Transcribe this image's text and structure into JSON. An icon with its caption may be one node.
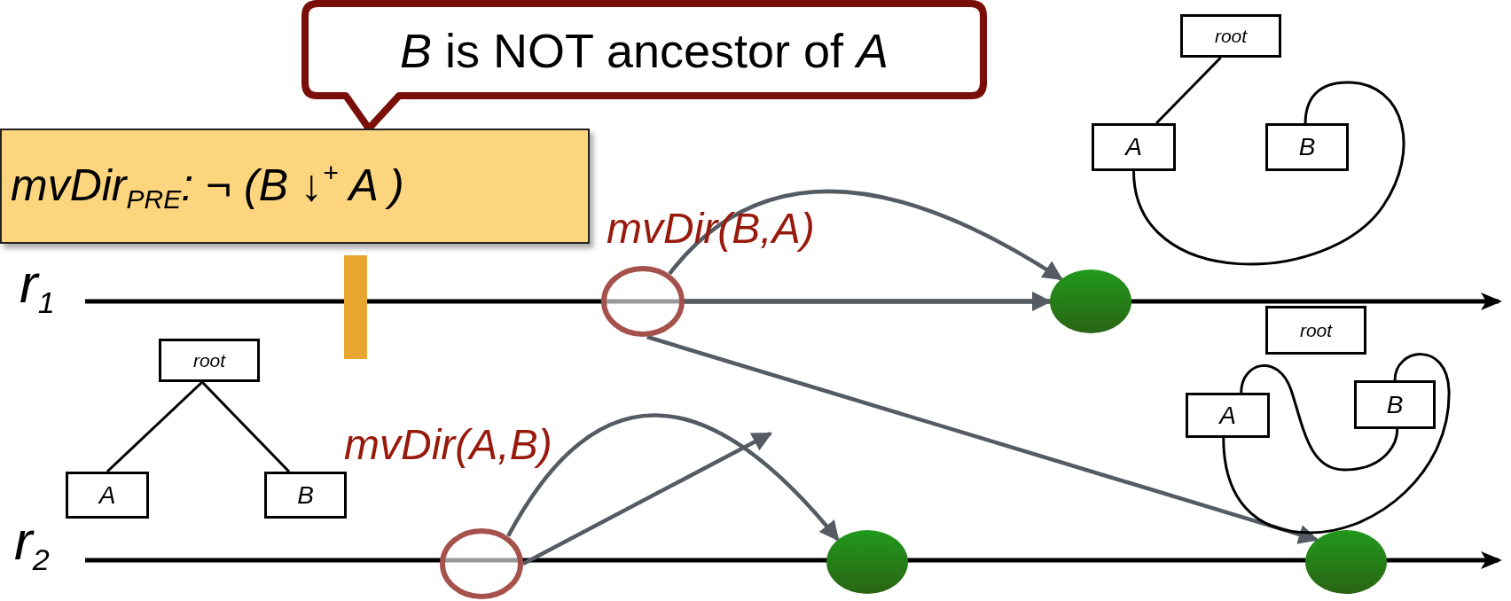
{
  "diagram": {
    "nodes": [
      {
        "text": [
          "*B* is NOT ancestor of *A*"
        ]
      },
      {
        "text": [
          "mvDir$_{PRE}$: ¬ (B ↓$^{+}$ A )"
        ]
      },
      {
        "text": [
          "root"
        ]
      },
      {
        "text": [
          "A"
        ]
      },
      {
        "text": [
          "B"
        ]
      },
      {
        "text": [],
        "shape": "circle"
      },
      {
        "text": [],
        "shape": "ellipse"
      },
      {
        "text": [
          "root"
        ]
      },
      {
        "text": [
          "root"
        ]
      },
      {
        "text": [
          "A"
        ]
      },
      {
        "text": [
          "B"
        ]
      },
      {
        "text": [
          "A"
        ]
      },
      {
        "text": [
          "B"
        ]
      },
      {
        "text": [],
        "shape": "circle"
      },
      {
        "text": [],
        "shape": "ellipse"
      },
      {
        "text": [],
        "shape": "ellipse"
      },
      {
        "text": [],
        "shape": "bar"
      }
    ],
    "edges": [
      {
        "from": 2,
        "to": 3,
        "arrow": "none"
      },
      {
        "from": 3,
        "to": 4,
        "arrow": "none"
      },
      {
        "from": 5,
        "to": 6,
        "arrow": "to",
        "color": "#555b63"
      },
      {
        "from": 5,
        "to": 6,
        "arrow": "to",
        "color": "#555b63"
      },
      {
        "from": 5,
        "to": 15,
        "arrow": "to",
        "color": "#555b63"
      },
      {
        "from": 9,
        "to": 10,
        "arrow": "none"
      },
      {
        "from": 10,
        "to": 9,
        "arrow": "none"
      },
      {
        "from": 8,
        "to": 11,
        "arrow": "none"
      },
      {
        "from": 8,
        "to": 12,
        "arrow": "none"
      },
      {
        "from": 13,
        "to": 14,
        "arrow": "to",
        "color": "#555b63"
      },
      {
        "from": 13,
        "to": null,
        "arrow": "to",
        "color": "#555b63"
      }
    ],
    "labels": [
      "mvDir(B,A)",
      "r$_{1}$",
      "mvDir(A,B)",
      "r$_{2}$"
    ]
  }
}
